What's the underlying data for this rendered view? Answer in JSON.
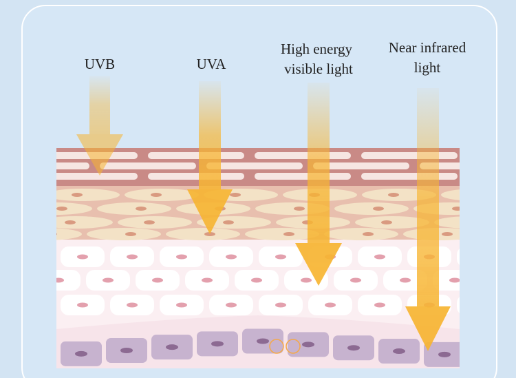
{
  "labels": {
    "uvb": "UVB",
    "uva": "UVA",
    "hev_line1": "High energy",
    "hev_line2": "visible light",
    "nir_line1": "Near infrared",
    "nir_line2": "light"
  },
  "colors": {
    "background": "#d3e4f3",
    "stratum_corneum": "#c98a86",
    "corneum_bars": "#f6e6e2",
    "granular_layer": "#f3e2c6",
    "spinous_layer": "#fbeff2",
    "basal_cells": "#c7b3cf",
    "arrow": "#f7b532"
  }
}
